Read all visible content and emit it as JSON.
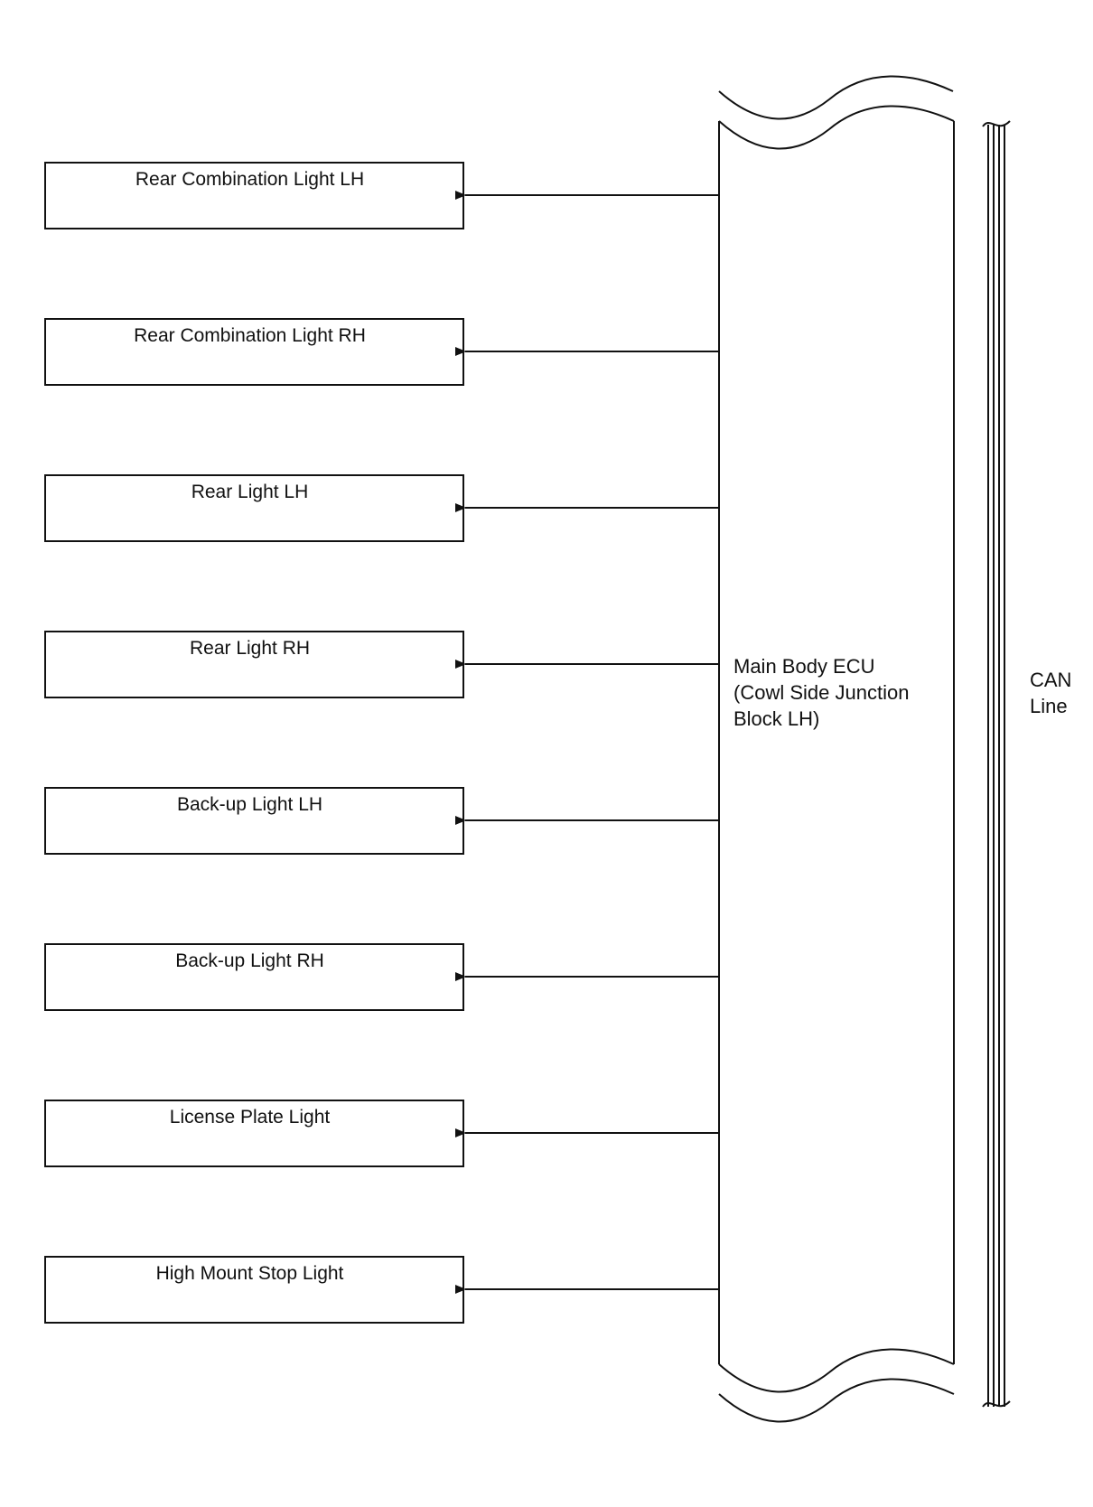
{
  "components": [
    {
      "label": "Rear Combination Light LH"
    },
    {
      "label": "Rear Combination Light RH"
    },
    {
      "label": "Rear Light LH"
    },
    {
      "label": "Rear Light RH"
    },
    {
      "label": "Back-up Light LH"
    },
    {
      "label": "Back-up Light RH"
    },
    {
      "label": "License Plate Light"
    },
    {
      "label": "High Mount Stop Light"
    }
  ],
  "ecu": {
    "line1": "Main Body ECU",
    "line2": "(Cowl Side Junction",
    "line3": "Block LH)"
  },
  "can": {
    "line1": "CAN",
    "line2": "Line"
  },
  "colors": {
    "stroke": "#111111",
    "background": "#ffffff"
  }
}
